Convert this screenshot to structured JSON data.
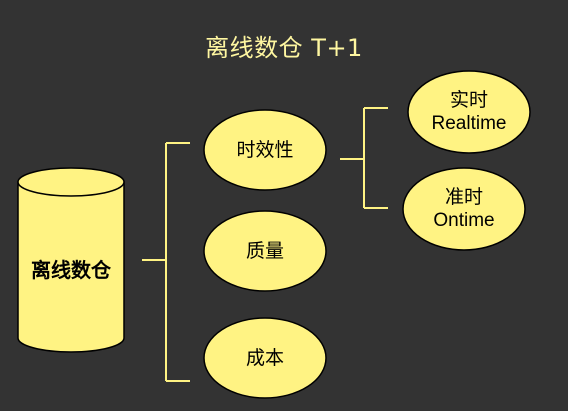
{
  "title": "离线数仓 T+1",
  "colors": {
    "background": "#333333",
    "fill": "#FFF383",
    "stroke": "#000000",
    "line": "#FFF383",
    "title": "#FFF7A1"
  },
  "nodes": {
    "warehouse": "离线数仓",
    "timeliness": "时效性",
    "quality": "质量",
    "cost": "成本",
    "realtime": {
      "line1": "实时",
      "line2": "Realtime"
    },
    "ontime": {
      "line1": "准时",
      "line2": "Ontime"
    }
  }
}
